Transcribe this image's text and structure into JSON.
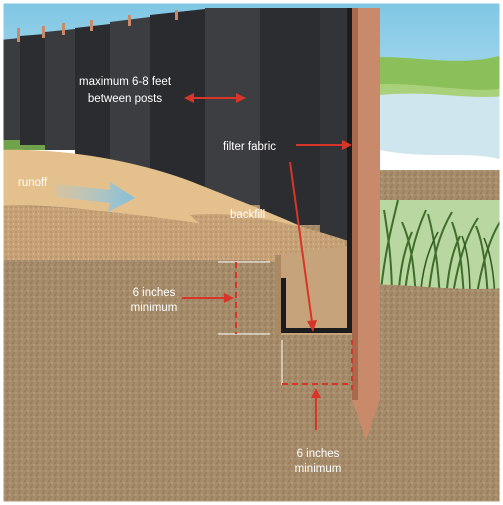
{
  "diagram": {
    "labels": {
      "post_spacing_line1": "maximum 6-8 feet",
      "post_spacing_line2": "between posts",
      "filter_fabric": "filter fabric",
      "runoff": "runoff",
      "backfill": "backfill",
      "trench_depth_line1": "6 inches",
      "trench_depth_line2": "minimum",
      "post_depth_line1": "6 inches",
      "post_depth_line2": "minimum"
    },
    "colors": {
      "sky": "#8fd0e8",
      "fabric": "#2e2e30",
      "fabric_light": "#55575b",
      "soil": "#a88e6c",
      "runoff": "#e4c08c",
      "post": "#c98a6c",
      "grass": "#4e7a35",
      "annotation": "#d8342a"
    }
  }
}
